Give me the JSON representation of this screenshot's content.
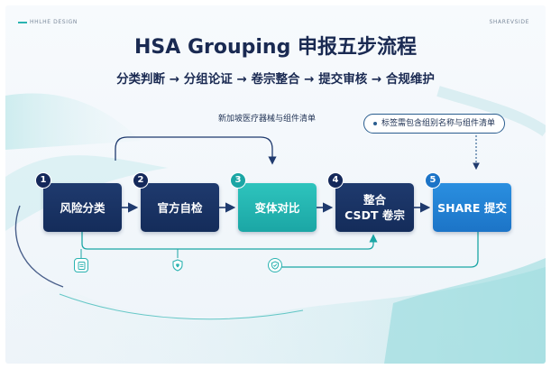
{
  "header": {
    "left_label": "HHLHE DESIGN",
    "right_label": "SHAREVSIDE"
  },
  "title": "HSA Grouping 申报五步流程",
  "subtitle": "分类判断 → 分组论证 → 卷宗整合 → 提交审核 → 合规维护",
  "notes": {
    "top": "新加坡医疗器械与组件清单",
    "pill": "标签需包含组别名称与组件清单"
  },
  "steps": [
    {
      "number": "1",
      "label": "风险分类",
      "style": "navy"
    },
    {
      "number": "2",
      "label": "官方自检",
      "style": "navy"
    },
    {
      "number": "3",
      "label": "变体对比",
      "style": "teal"
    },
    {
      "number": "4",
      "label": "整合 CSDT 卷宗",
      "line1": "整合",
      "line2": "CSDT 卷宗",
      "style": "navy"
    },
    {
      "number": "5",
      "label": "SHARE 提交",
      "style": "blue"
    }
  ],
  "icons": [
    "document-icon",
    "shield-heart-icon",
    "shield-check-icon"
  ],
  "colors": {
    "navy": "#142c5a",
    "teal": "#1ba6a5",
    "blue": "#1c74c7",
    "title": "#1a2a52"
  }
}
